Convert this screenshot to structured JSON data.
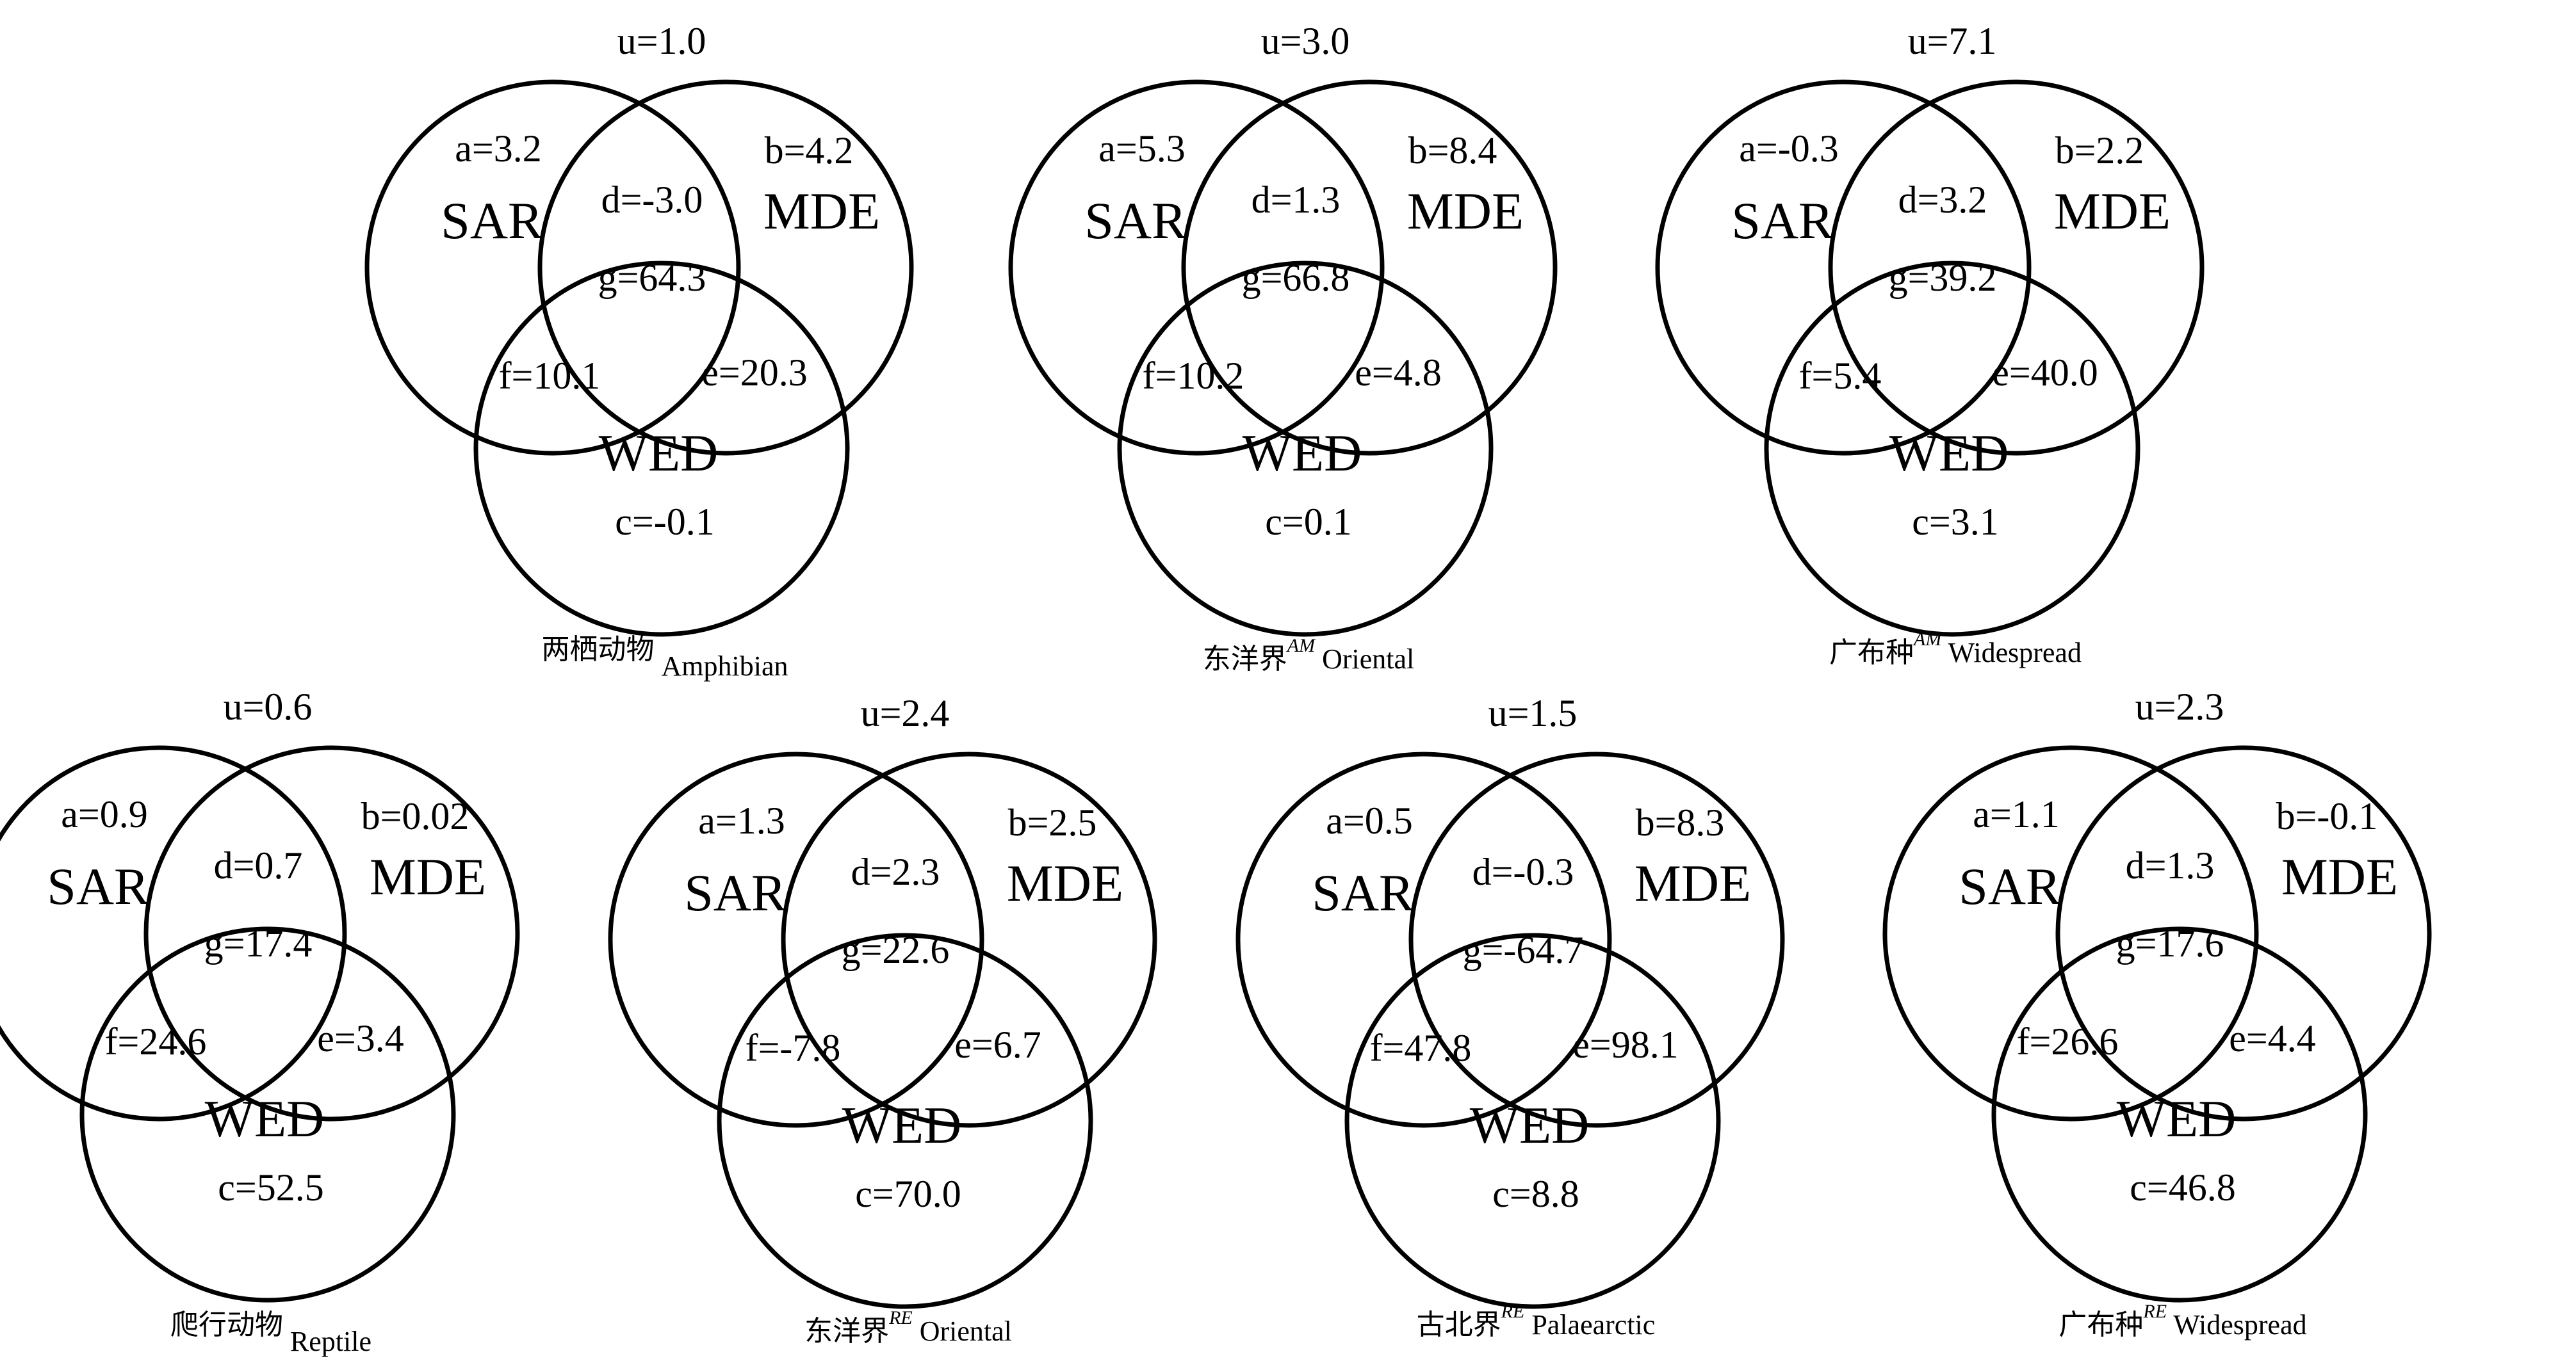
{
  "diagram_labels": {
    "sar": "SAR",
    "mde": "MDE",
    "wed": "WED"
  },
  "panels": [
    {
      "u": "u=1.0",
      "a": "a=3.2",
      "b": "b=4.2",
      "d": "d=-3.0",
      "g": "g=64.3",
      "f": "f=10.1",
      "e": "e=20.3",
      "c": "c=-0.1",
      "caption_cn": "两栖动物",
      "caption_sup": "",
      "caption_en": "Amphibian"
    },
    {
      "u": "u=3.0",
      "a": "a=5.3",
      "b": "b=8.4",
      "d": "d=1.3",
      "g": "g=66.8",
      "f": "f=10.2",
      "e": "e=4.8",
      "c": "c=0.1",
      "caption_cn": "东洋界",
      "caption_sup": "AM",
      "caption_en": "Oriental"
    },
    {
      "u": "u=7.1",
      "a": "a=-0.3",
      "b": "b=2.2",
      "d": "d=3.2",
      "g": "g=39.2",
      "f": "f=5.4",
      "e": "e=40.0",
      "c": "c=3.1",
      "caption_cn": "广布种",
      "caption_sup": "AM",
      "caption_en": "Widespread"
    },
    {
      "u": "u=0.6",
      "a": "a=0.9",
      "b": "b=0.02",
      "d": "d=0.7",
      "g": "g=17.4",
      "f": "f=24.6",
      "e": "e=3.4",
      "c": "c=52.5",
      "caption_cn": "爬行动物",
      "caption_sup": "",
      "caption_en": "Reptile"
    },
    {
      "u": "u=2.4",
      "a": "a=1.3",
      "b": "b=2.5",
      "d": "d=2.3",
      "g": "g=22.6",
      "f": "f=-7.8",
      "e": "e=6.7",
      "c": "c=70.0",
      "caption_cn": "东洋界",
      "caption_sup": "RE",
      "caption_en": "Oriental"
    },
    {
      "u": "u=1.5",
      "a": "a=0.5",
      "b": "b=8.3",
      "d": "d=-0.3",
      "g": "g=-64.7",
      "f": "f=47.8",
      "e": "e=98.1",
      "c": "c=8.8",
      "caption_cn": "古北界",
      "caption_sup": "RE",
      "caption_en": "Palaearctic"
    },
    {
      "u": "u=2.3",
      "a": "a=1.1",
      "b": "b=-0.1",
      "d": "d=1.3",
      "g": "g=17.6",
      "f": "f=26.6",
      "e": "e=4.4",
      "c": "c=46.8",
      "caption_cn": "广布种",
      "caption_sup": "RE",
      "caption_en": "Widespread"
    }
  ]
}
